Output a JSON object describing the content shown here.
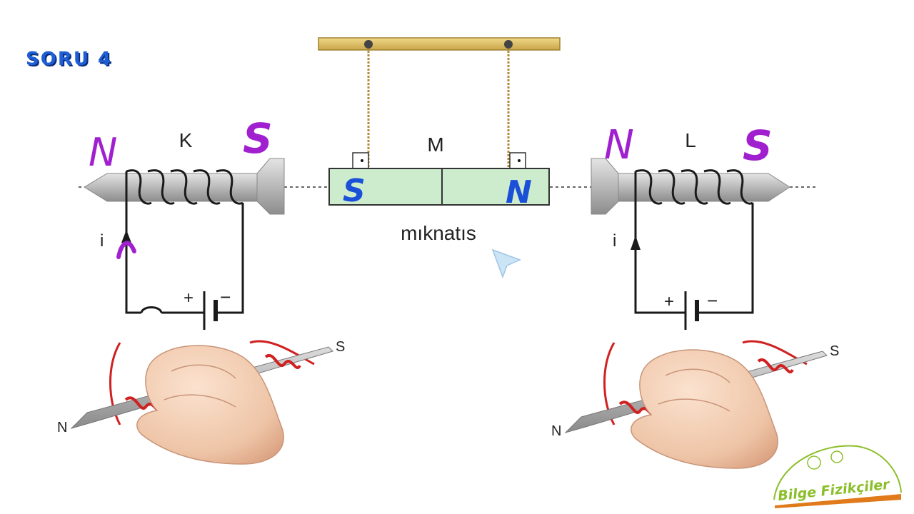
{
  "title": "SORU 4",
  "left_electromagnet": {
    "label": "K",
    "pole_left": "N",
    "pole_right": "S",
    "current_label": "i",
    "battery_plus": "+",
    "battery_minus": "−"
  },
  "magnet": {
    "label": "M",
    "pole_left": "S",
    "pole_right": "N",
    "caption": "mıknatıs"
  },
  "right_electromagnet": {
    "label": "L",
    "pole_left": "N",
    "pole_right": "S",
    "current_label": "i",
    "battery_plus": "+",
    "battery_minus": "−"
  },
  "hand_rule_left": {
    "end_left": "N",
    "end_right": "S"
  },
  "hand_rule_right": {
    "end_left": "N",
    "end_right": "S"
  },
  "logo": {
    "text": "Bilge Fizikçiler"
  },
  "colors": {
    "title": "#1f5fd6",
    "annotation_purple": "#a020d0",
    "annotation_blue": "#1a4fd8",
    "magnet_fill": "#cdeccd",
    "wood": "#e2c46e",
    "wire_red": "#d02020",
    "logo_green": "#8bbf2a",
    "logo_orange": "#e07a1a"
  }
}
